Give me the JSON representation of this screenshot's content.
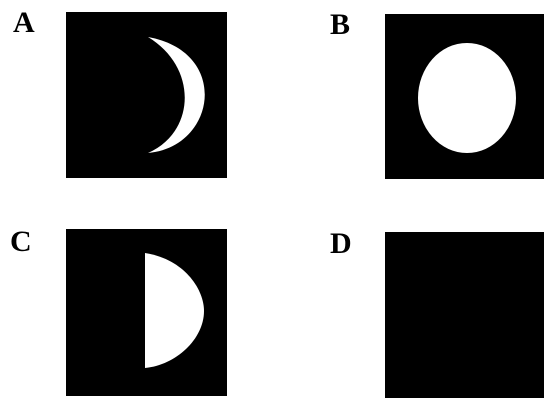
{
  "labels": {
    "a": "A",
    "b": "B",
    "c": "C",
    "d": "D"
  },
  "colors": {
    "background": "#000000",
    "moon": "#ffffff"
  },
  "panels": [
    {
      "label": "A",
      "phase": "waxing-crescent"
    },
    {
      "label": "B",
      "phase": "full"
    },
    {
      "label": "C",
      "phase": "first-quarter"
    },
    {
      "label": "D",
      "phase": "new"
    }
  ]
}
